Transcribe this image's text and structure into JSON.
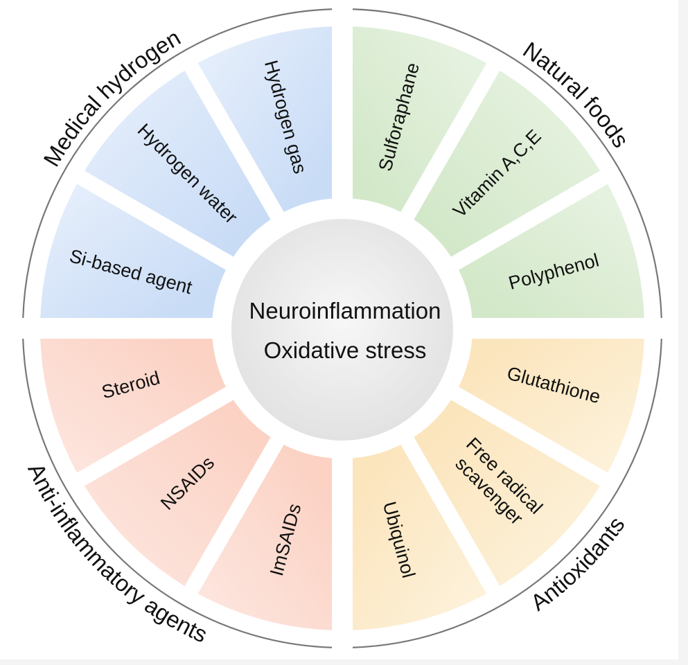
{
  "center": {
    "lines": [
      "Neuroinflammation",
      "Oxidative stress"
    ],
    "color": "#e6e6e6"
  },
  "categories": [
    {
      "name": "Medical hydrogen",
      "quadrant": "top-left",
      "color_light": "#e3edfb",
      "color_dark": "#c9dcf6",
      "items": [
        "Si-based agent",
        "Hydrogen water",
        "Hydrogen gas"
      ]
    },
    {
      "name": "Natural foods",
      "quadrant": "top-right",
      "color_light": "#e6f2e0",
      "color_dark": "#d3e8c9",
      "items": [
        "Sulforaphane",
        "Vitamin A,C,E",
        "Polyphenol"
      ]
    },
    {
      "name": "Antioxidants",
      "quadrant": "bottom-right",
      "color_light": "#fdf1d9",
      "color_dark": "#fbe5bd",
      "items": [
        "Glutathione",
        "Free radical scavenger",
        "Ubiquinol"
      ]
    },
    {
      "name": "Anti-inflammatory agents",
      "quadrant": "bottom-left",
      "color_light": "#fde4dc",
      "color_dark": "#fbd2c4",
      "items": [
        "Steroid",
        "NSAIDs",
        "ImSAIDs"
      ]
    }
  ],
  "ring_color": "#777777"
}
